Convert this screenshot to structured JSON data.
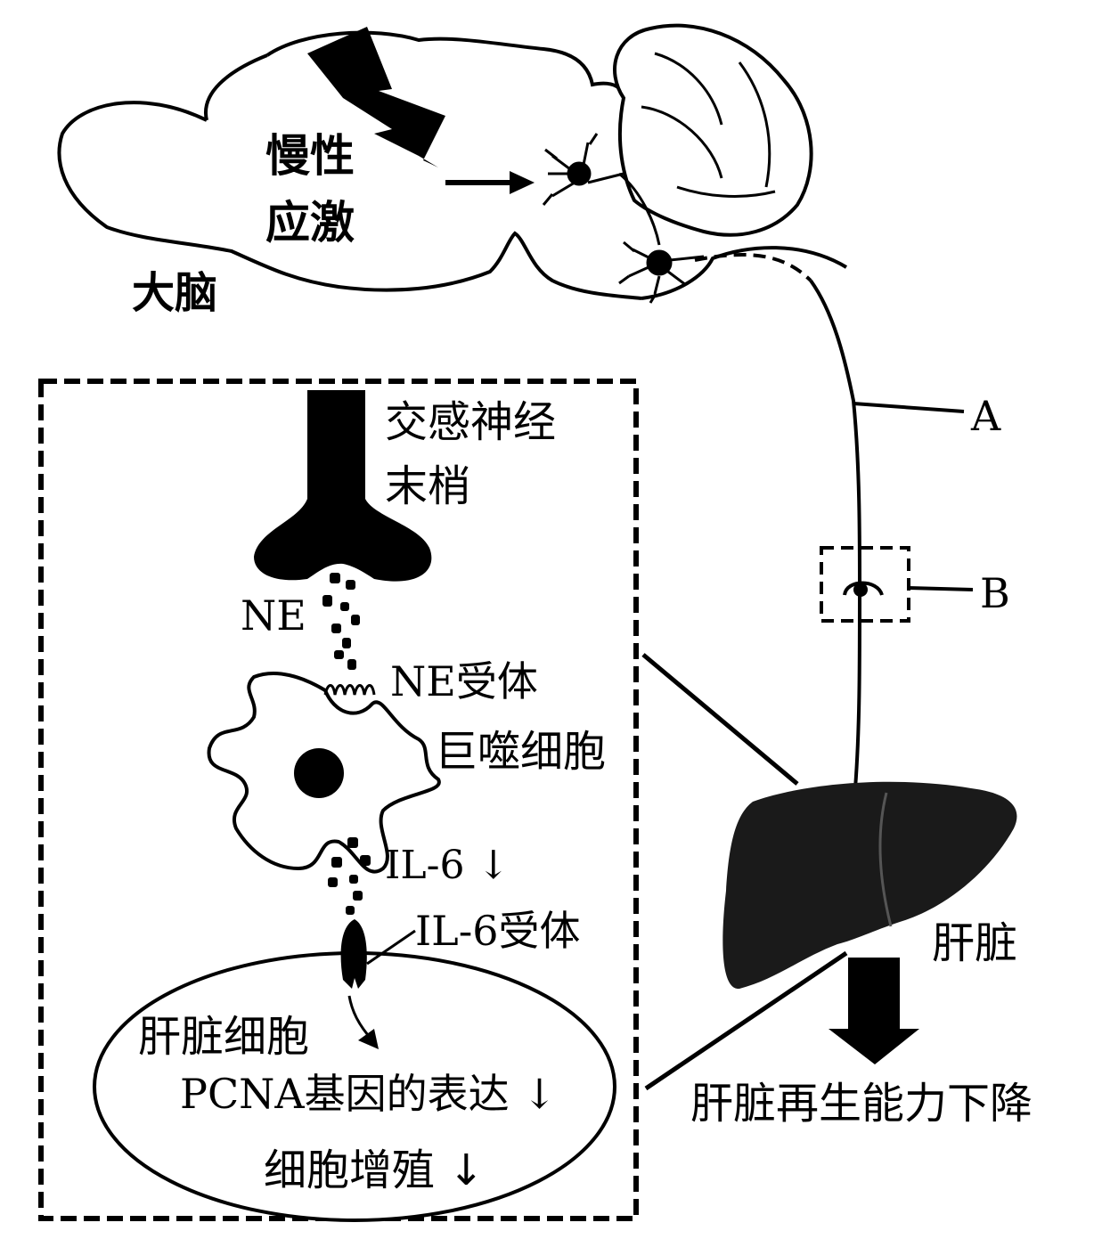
{
  "labels": {
    "stress_line1": "慢性",
    "stress_line2": "应激",
    "brain": "大脑",
    "sympathetic_line1": "交感神经",
    "sympathetic_line2": "末梢",
    "ne": "NE",
    "ne_receptor": "NE受体",
    "macrophage": "巨噬细胞",
    "il6": "IL-6 ↓",
    "il6_receptor": "IL-6受体",
    "hepatocyte": "肝脏细胞",
    "pcna": "PCNA基因的表达 ↓",
    "proliferation": "细胞增殖 ↓",
    "liver": "肝脏",
    "regeneration": "肝脏再生能力下降",
    "marker_a": "A",
    "marker_b": "B"
  }
}
